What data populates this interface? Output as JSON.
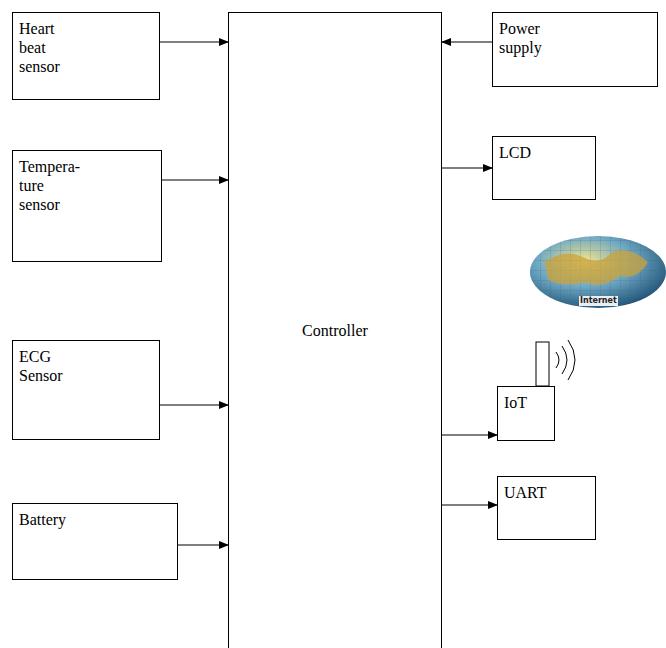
{
  "diagram": {
    "nodes": [
      {
        "text": [
          "Heart beat sensor"
        ]
      },
      {
        "text": [
          "Tempera- ture sensor"
        ]
      },
      {
        "text": [
          "ECG Sensor"
        ]
      },
      {
        "text": [
          "Battery"
        ]
      },
      {
        "text": [
          "Controller"
        ]
      },
      {
        "text": [
          "Power supply"
        ]
      },
      {
        "text": [
          "LCD"
        ]
      },
      {
        "text": [
          "IoT"
        ]
      },
      {
        "text": [
          "UART"
        ]
      }
    ],
    "edges": [
      {
        "from": 0,
        "to": 4,
        "arrow": "to"
      },
      {
        "from": 1,
        "to": 4,
        "arrow": "to"
      },
      {
        "from": 2,
        "to": 4,
        "arrow": "to"
      },
      {
        "from": 3,
        "to": 4,
        "arrow": "to"
      },
      {
        "from": 5,
        "to": 4,
        "arrow": "to"
      },
      {
        "from": 4,
        "to": 6,
        "arrow": "to"
      },
      {
        "from": 4,
        "to": 7,
        "arrow": "to"
      },
      {
        "from": 4,
        "to": 8,
        "arrow": "to"
      }
    ],
    "labels": [
      "Internet"
    ]
  }
}
